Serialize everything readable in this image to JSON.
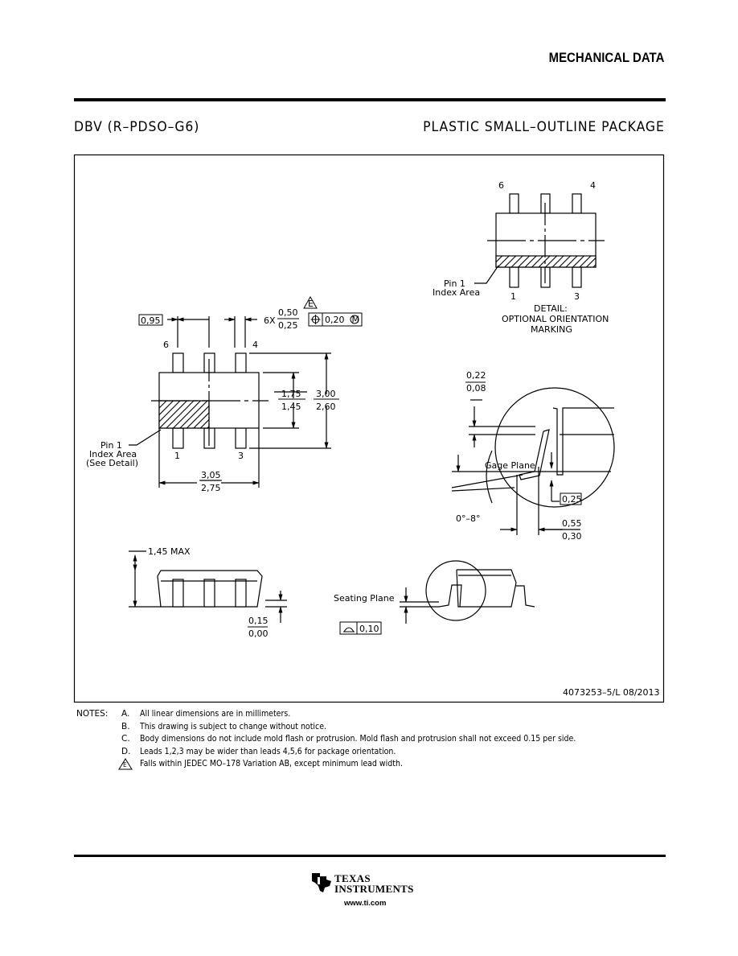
{
  "header": {
    "title": "MECHANICAL DATA"
  },
  "package": {
    "code": "DBV (R–PDSO–G6)",
    "name": "PLASTIC SMALL–OUTLINE PACKAGE"
  },
  "drawing": {
    "top_pin6": "6",
    "top_pin4": "4",
    "top_pin1": "1",
    "top_pin3": "3",
    "pin1_label_a": "Pin 1",
    "pin1_label_b": "Index Area",
    "detail_a": "DETAIL:",
    "detail_b": "OPTIONAL ORIENTATION",
    "detail_c": "MARKING",
    "pitch": "0,95",
    "lead_count": "6X",
    "lead_w_max": "0,50",
    "lead_w_min": "0,25",
    "tol_value": "0,20",
    "tol_symbol": "⌖",
    "tol_modifier": "M",
    "note_e_flag": "E",
    "main_pin6": "6",
    "main_pin4": "4",
    "main_pin1": "1",
    "main_pin3": "3",
    "body_w_max": "1,75",
    "body_w_min": "1,45",
    "total_w_max": "3,00",
    "total_w_min": "2,60",
    "len_max": "3,05",
    "len_min": "2,75",
    "main_pin1_a": "Pin 1",
    "main_pin1_b": "Index Area",
    "main_pin1_c": "(See Detail)",
    "thk_max": "0,22",
    "thk_min": "0,08",
    "gage_plane": "Gage Plane",
    "angle": "0°–8°",
    "gage_dist": "0,25",
    "foot_max": "0,55",
    "foot_min": "0,30",
    "height_max": "1,45 MAX",
    "standoff_max": "0,15",
    "standoff_min": "0,00",
    "seating_plane": "Seating Plane",
    "coplanarity": "0,10",
    "drawing_no": "4073253–5/L 08/2013"
  },
  "notes": {
    "heading": "NOTES:",
    "items": [
      {
        "letter": "A.",
        "text": "All linear dimensions are in millimeters."
      },
      {
        "letter": "B.",
        "text": "This drawing is subject to change without notice."
      },
      {
        "letter": "C.",
        "text": "Body dimensions do not include mold flash or protrusion. Mold flash and protrusion shall not exceed 0.15 per side."
      },
      {
        "letter": "D.",
        "text": "Leads 1,2,3 may be wider than leads 4,5,6 for package orientation."
      },
      {
        "letter": "E",
        "text": "Falls within JEDEC MO–178 Variation AB, except minimum lead width."
      }
    ]
  },
  "footer": {
    "logo_line1": "TEXAS",
    "logo_line2": "INSTRUMENTS",
    "url": "www.ti.com"
  }
}
